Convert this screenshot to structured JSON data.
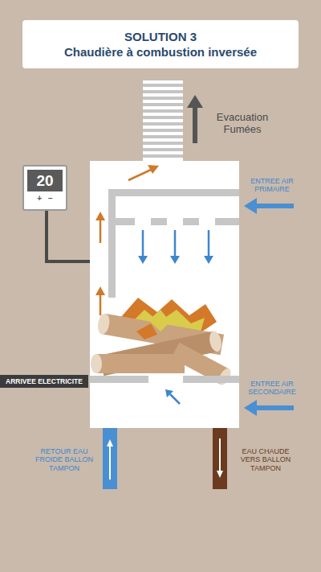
{
  "diagram": {
    "nodes": [
      {
        "text": [
          "SOLUTION 3",
          "Chaudière à combustion inversée"
        ]
      },
      {
        "text": [
          "20",
          "+",
          "−"
        ]
      },
      {
        "text": [
          "ARRIVEE ELECTRICITE"
        ]
      }
    ],
    "labels": [
      "Evacuation Fumées",
      "ENTREE AIR PRIMAIRE",
      "ENTREE AIR SECONDAIRE",
      "RETOUR EAU FROIDE BALLON TAMPON",
      "EAU CHAUDE VERS BALLON TAMPON"
    ]
  }
}
